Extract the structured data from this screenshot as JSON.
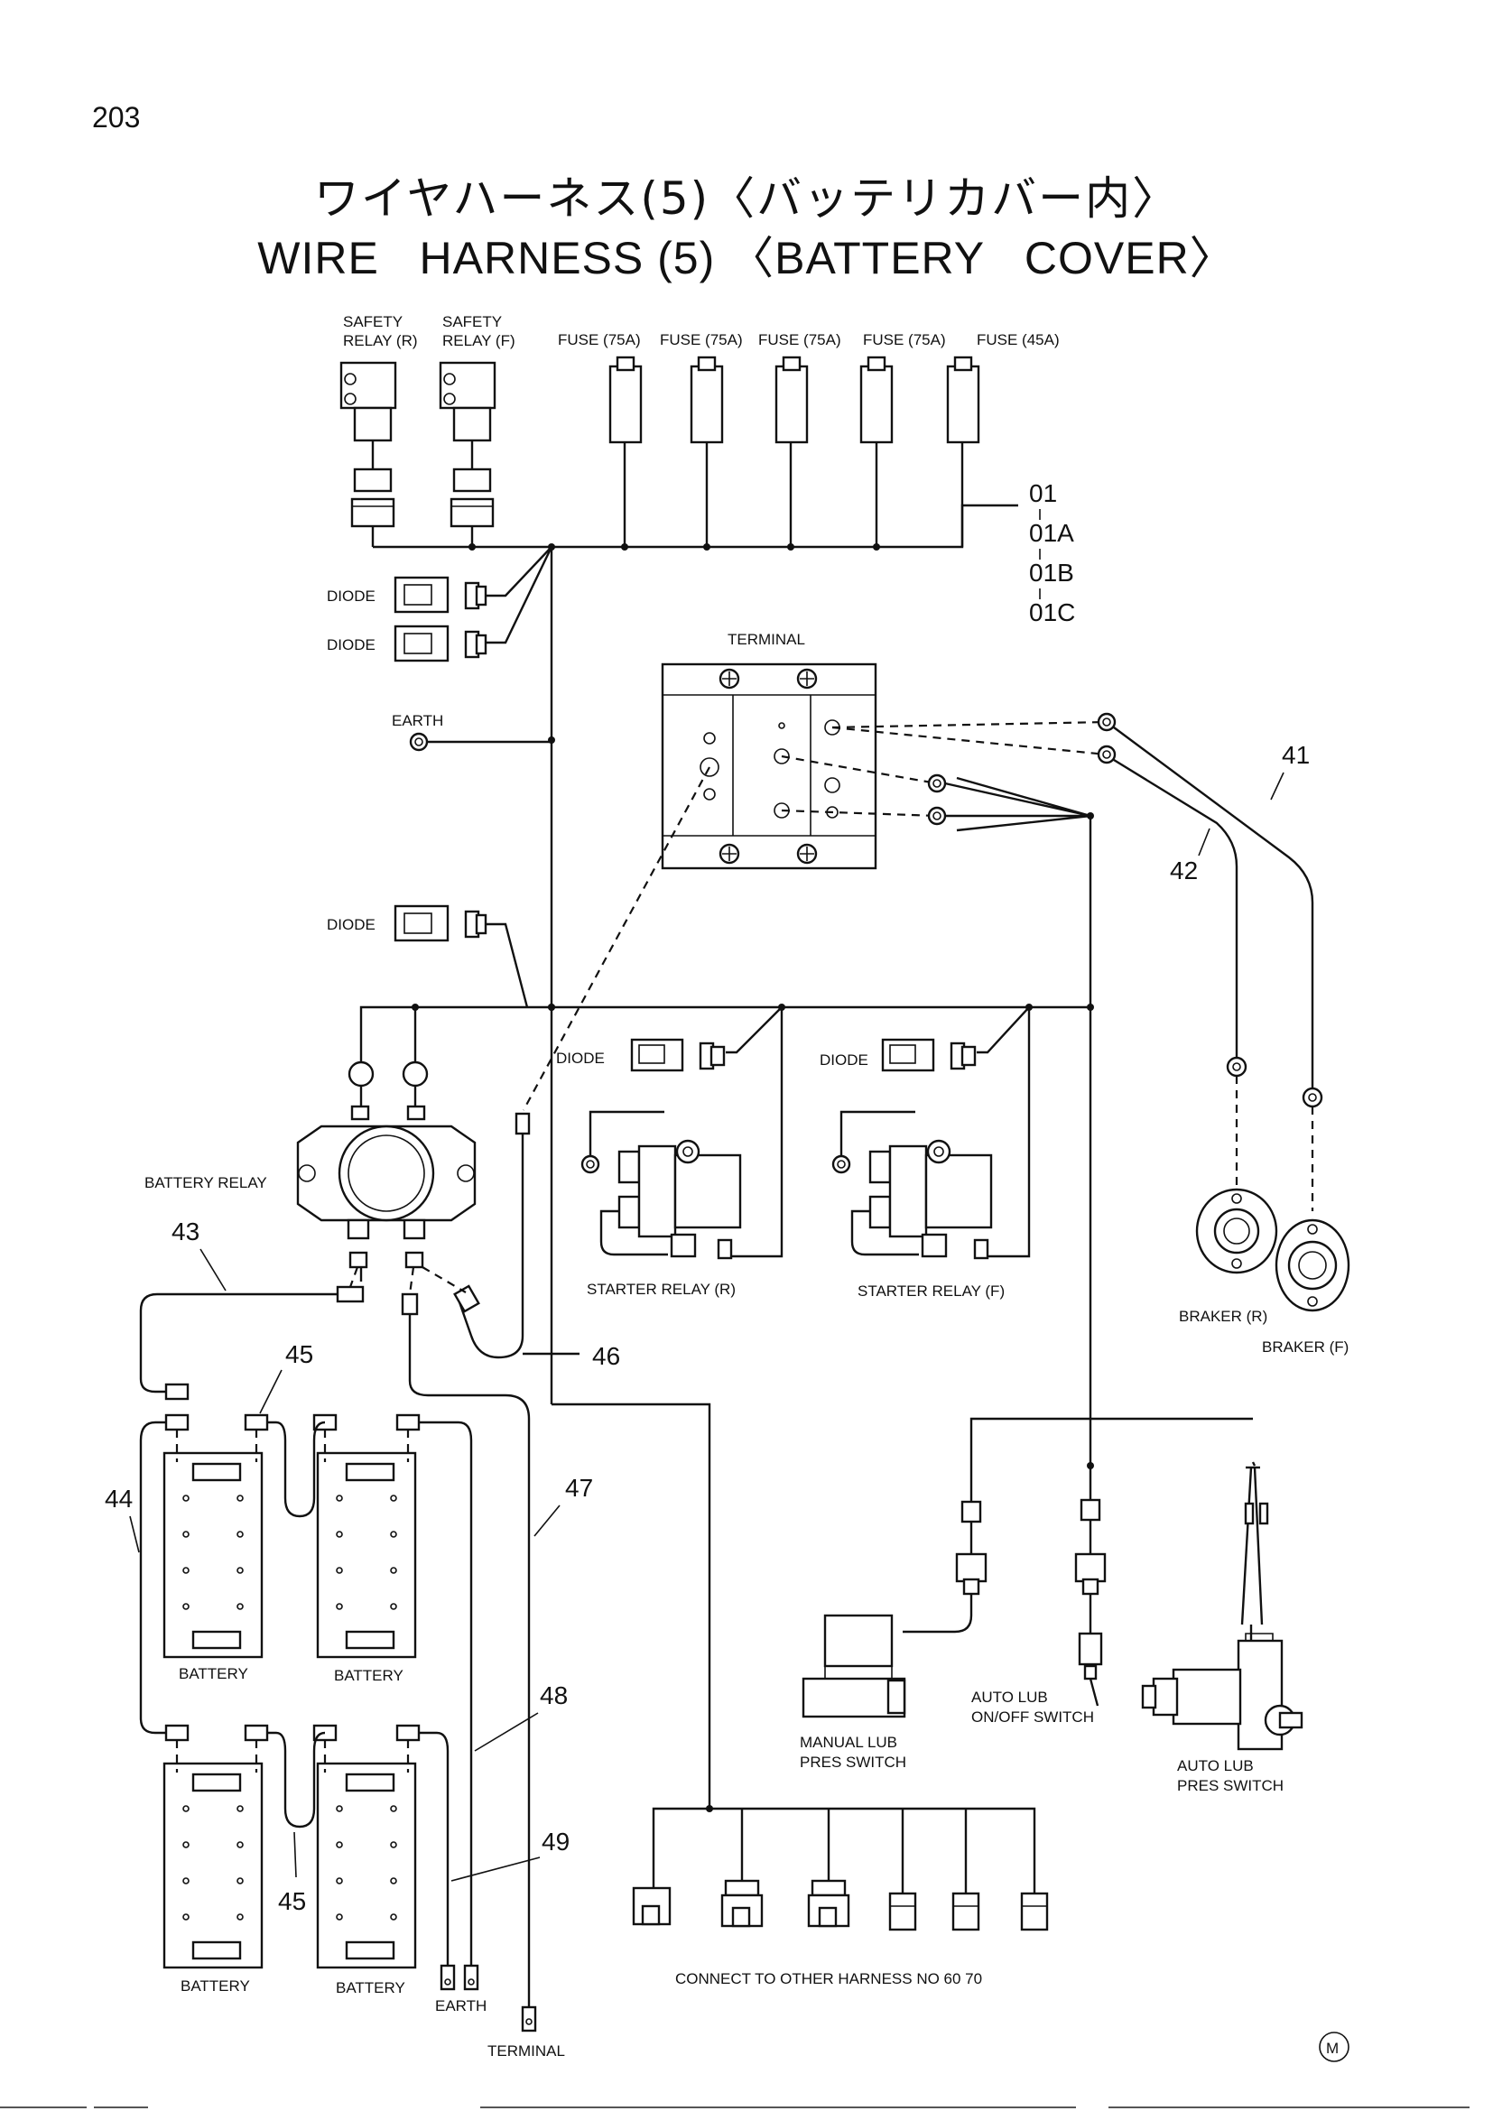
{
  "page_number": "203",
  "title_jp": "ワイヤハーネス(5)〈バッテリカバー内〉",
  "title_en": "WIRE   HARNESS (5) 〈BATTERY   COVER〉",
  "labels": {
    "safety_relay_r_1": "SAFETY",
    "safety_relay_r_2": "RELAY (R)",
    "safety_relay_f_1": "SAFETY",
    "safety_relay_f_2": "RELAY (F)",
    "fuse_75a": "FUSE (75A)",
    "fuse_45a": "FUSE (45A)",
    "diode": "DIODE",
    "earth": "EARTH",
    "terminal": "TERMINAL",
    "battery_relay": "BATTERY   RELAY",
    "starter_relay_r": "STARTER   RELAY (R)",
    "starter_relay_f": "STARTER   RELAY (F)",
    "braker_r": "BRAKER (R)",
    "braker_f": "BRAKER (F)",
    "battery": "BATTERY",
    "manual_lub_1": "MANUAL  LUB",
    "manual_lub_2": "PRES   SWITCH",
    "auto_lub_onoff_1": "AUTO  LUB",
    "auto_lub_onoff_2": "ON/OFF  SWITCH",
    "auto_lub_pres_1": "AUTO  LUB",
    "auto_lub_pres_2": "PRES   SWITCH",
    "connect_other": "CONNECT  TO  OTHER  HARNESS  NO 60    70",
    "mark": "M"
  },
  "part_numbers": {
    "p01": "01",
    "p01a": "01A",
    "p01b": "01B",
    "p01c": "01C",
    "p41": "41",
    "p42": "42",
    "p43": "43",
    "p44": "44",
    "p45": "45",
    "p46": "46",
    "p47": "47",
    "p48": "48",
    "p49": "49"
  }
}
